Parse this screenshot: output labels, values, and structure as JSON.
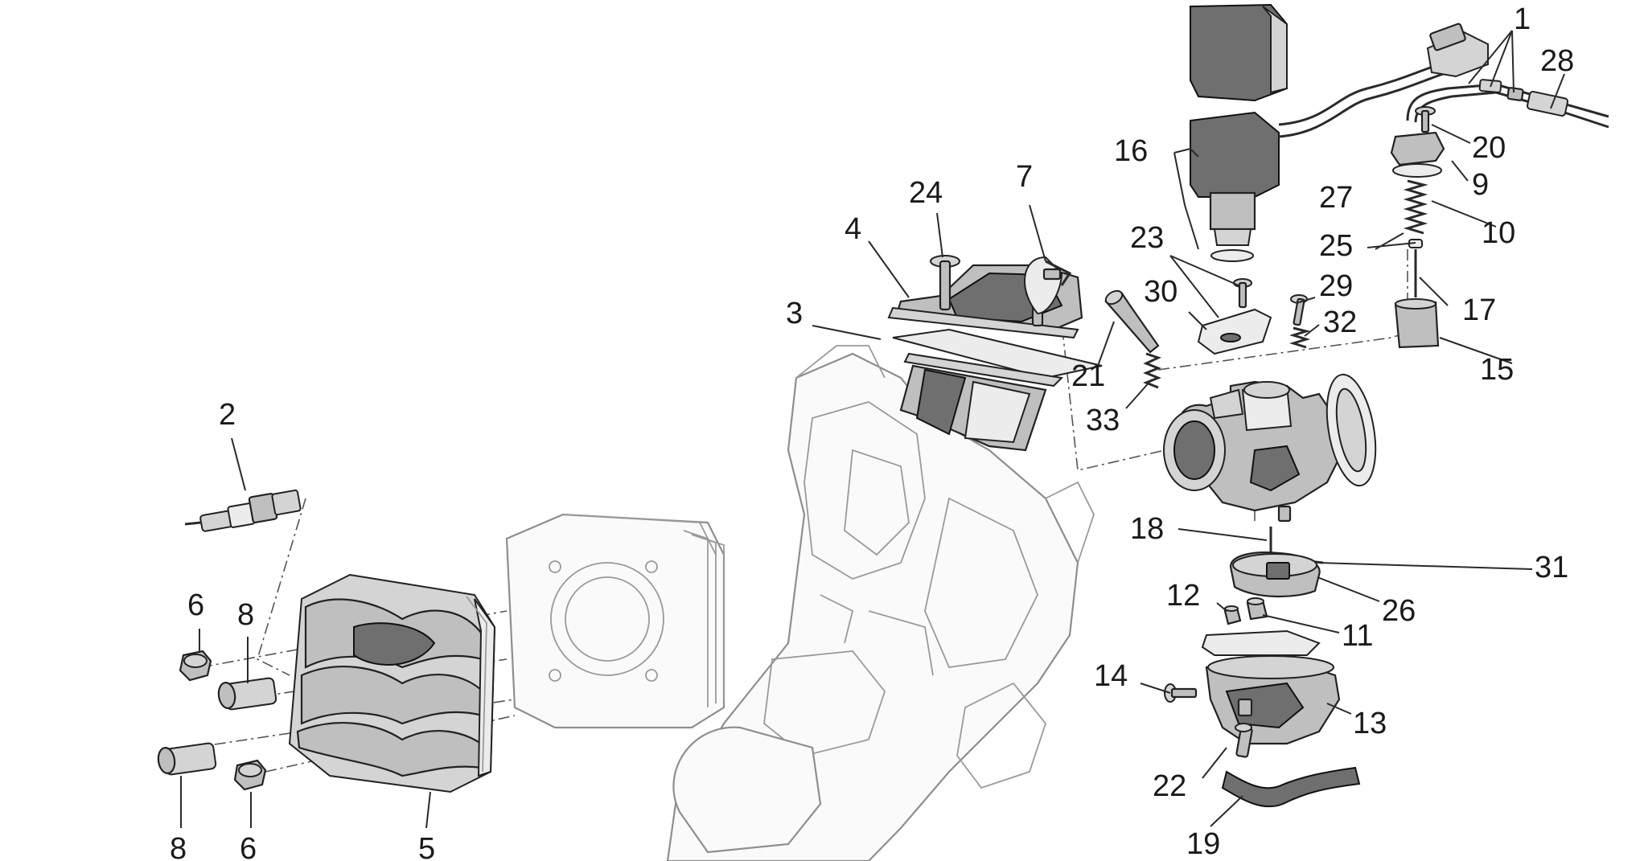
{
  "callouts": [
    {
      "id": "1",
      "label": "1"
    },
    {
      "id": "2",
      "label": "2"
    },
    {
      "id": "3",
      "label": "3"
    },
    {
      "id": "4",
      "label": "4"
    },
    {
      "id": "5",
      "label": "5"
    },
    {
      "id": "6a",
      "label": "6"
    },
    {
      "id": "6b",
      "label": "6"
    },
    {
      "id": "7",
      "label": "7"
    },
    {
      "id": "8a",
      "label": "8"
    },
    {
      "id": "8b",
      "label": "8"
    },
    {
      "id": "9",
      "label": "9"
    },
    {
      "id": "10",
      "label": "10"
    },
    {
      "id": "11",
      "label": "11"
    },
    {
      "id": "12",
      "label": "12"
    },
    {
      "id": "13",
      "label": "13"
    },
    {
      "id": "14",
      "label": "14"
    },
    {
      "id": "15",
      "label": "15"
    },
    {
      "id": "16",
      "label": "16"
    },
    {
      "id": "17",
      "label": "17"
    },
    {
      "id": "18",
      "label": "18"
    },
    {
      "id": "19",
      "label": "19"
    },
    {
      "id": "20",
      "label": "20"
    },
    {
      "id": "21",
      "label": "21"
    },
    {
      "id": "22",
      "label": "22"
    },
    {
      "id": "23",
      "label": "23"
    },
    {
      "id": "24",
      "label": "24"
    },
    {
      "id": "25",
      "label": "25"
    },
    {
      "id": "26",
      "label": "26"
    },
    {
      "id": "27",
      "label": "27"
    },
    {
      "id": "28",
      "label": "28"
    },
    {
      "id": "29",
      "label": "29"
    },
    {
      "id": "30",
      "label": "30"
    },
    {
      "id": "31",
      "label": "31"
    },
    {
      "id": "32",
      "label": "32"
    },
    {
      "id": "33",
      "label": "33"
    }
  ]
}
